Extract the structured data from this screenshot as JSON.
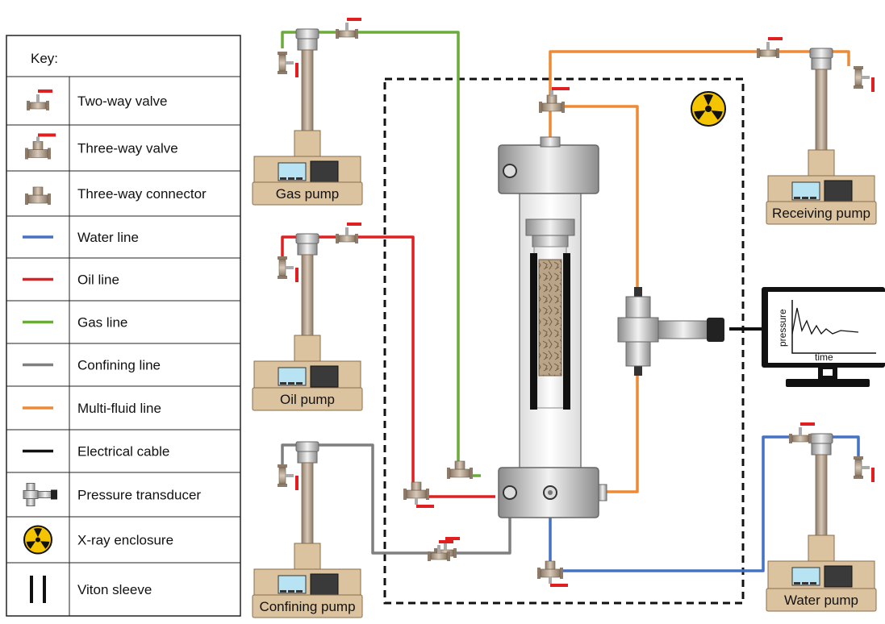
{
  "key": {
    "title": "Key:",
    "items": [
      {
        "label": "Two-way valve",
        "icon": "two-way-valve"
      },
      {
        "label": "Three-way valve",
        "icon": "three-way-valve"
      },
      {
        "label": "Three-way connector",
        "icon": "three-way-connector"
      },
      {
        "label": "Water line",
        "icon": "line",
        "color": "#4472c4"
      },
      {
        "label": "Oil line",
        "icon": "line",
        "color": "#e02020"
      },
      {
        "label": "Gas line",
        "icon": "line",
        "color": "#6aab3a"
      },
      {
        "label": "Confining line",
        "icon": "line",
        "color": "#7f7f7f"
      },
      {
        "label": "Multi-fluid line",
        "icon": "line",
        "color": "#ed8a33"
      },
      {
        "label": "Electrical cable",
        "icon": "line",
        "color": "#111111"
      },
      {
        "label": "Pressure transducer",
        "icon": "pressure-transducer"
      },
      {
        "label": "X-ray enclosure",
        "icon": "radiation"
      },
      {
        "label": "Viton sleeve",
        "icon": "viton-sleeve"
      }
    ]
  },
  "pumps": {
    "gas": "Gas pump",
    "oil": "Oil pump",
    "confining": "Confining pump",
    "receiving": "Receiving pump",
    "water": "Water pump"
  },
  "monitor": {
    "ylabel": "pressure",
    "xlabel": "time"
  },
  "colors": {
    "water": "#4472c4",
    "oil": "#e02020",
    "gas": "#6aab3a",
    "confining": "#7f7f7f",
    "multi": "#ed8a33",
    "cable": "#111111",
    "pump_body": "#dcc3a0",
    "pump_border": "#8a6d4a"
  }
}
